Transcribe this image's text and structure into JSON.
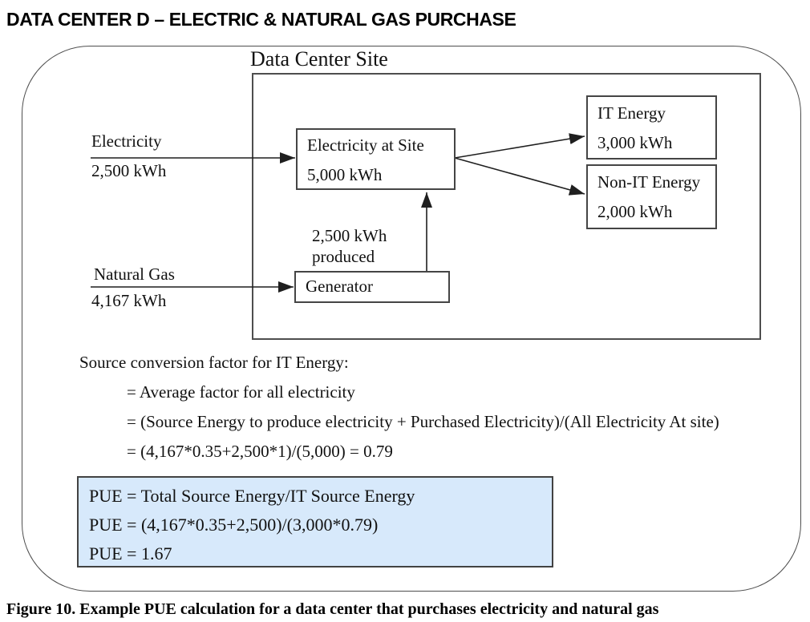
{
  "page": {
    "title": "DATA CENTER D – ELECTRIC & NATURAL GAS PURCHASE",
    "caption": "Figure 10. Example PUE calculation for a data center that purchases electricity and natural gas"
  },
  "diagram": {
    "site_label": "Data Center Site",
    "electricity_input": {
      "label": "Electricity",
      "value": "2,500 kWh"
    },
    "natural_gas_input": {
      "label": "Natural Gas",
      "value": "4,167 kWh"
    },
    "electricity_at_site": {
      "label": "Electricity at Site",
      "value": "5,000 kWh"
    },
    "it_energy": {
      "label": "IT Energy",
      "value": "3,000 kWh"
    },
    "non_it_energy": {
      "label": "Non-IT Energy",
      "value": "2,000 kWh"
    },
    "generator": {
      "label": "Generator"
    },
    "generator_output": {
      "line1": "2,500 kWh",
      "line2": "produced"
    }
  },
  "calculation": {
    "heading": "Source conversion factor for IT Energy:",
    "lines": [
      "= Average factor for all electricity",
      "= (Source Energy to produce electricity + Purchased Electricity)/(All Electricity At site)",
      "= (4,167*0.35+2,500*1)/(5,000) = 0.79"
    ]
  },
  "pue_box": {
    "fill": "#d7e9fb",
    "border": "#424242",
    "lines": [
      "PUE = Total Source Energy/IT Source Energy",
      "PUE = (4,167*0.35+2,500)/(3,000*0.79)",
      "PUE = 1.67"
    ]
  }
}
